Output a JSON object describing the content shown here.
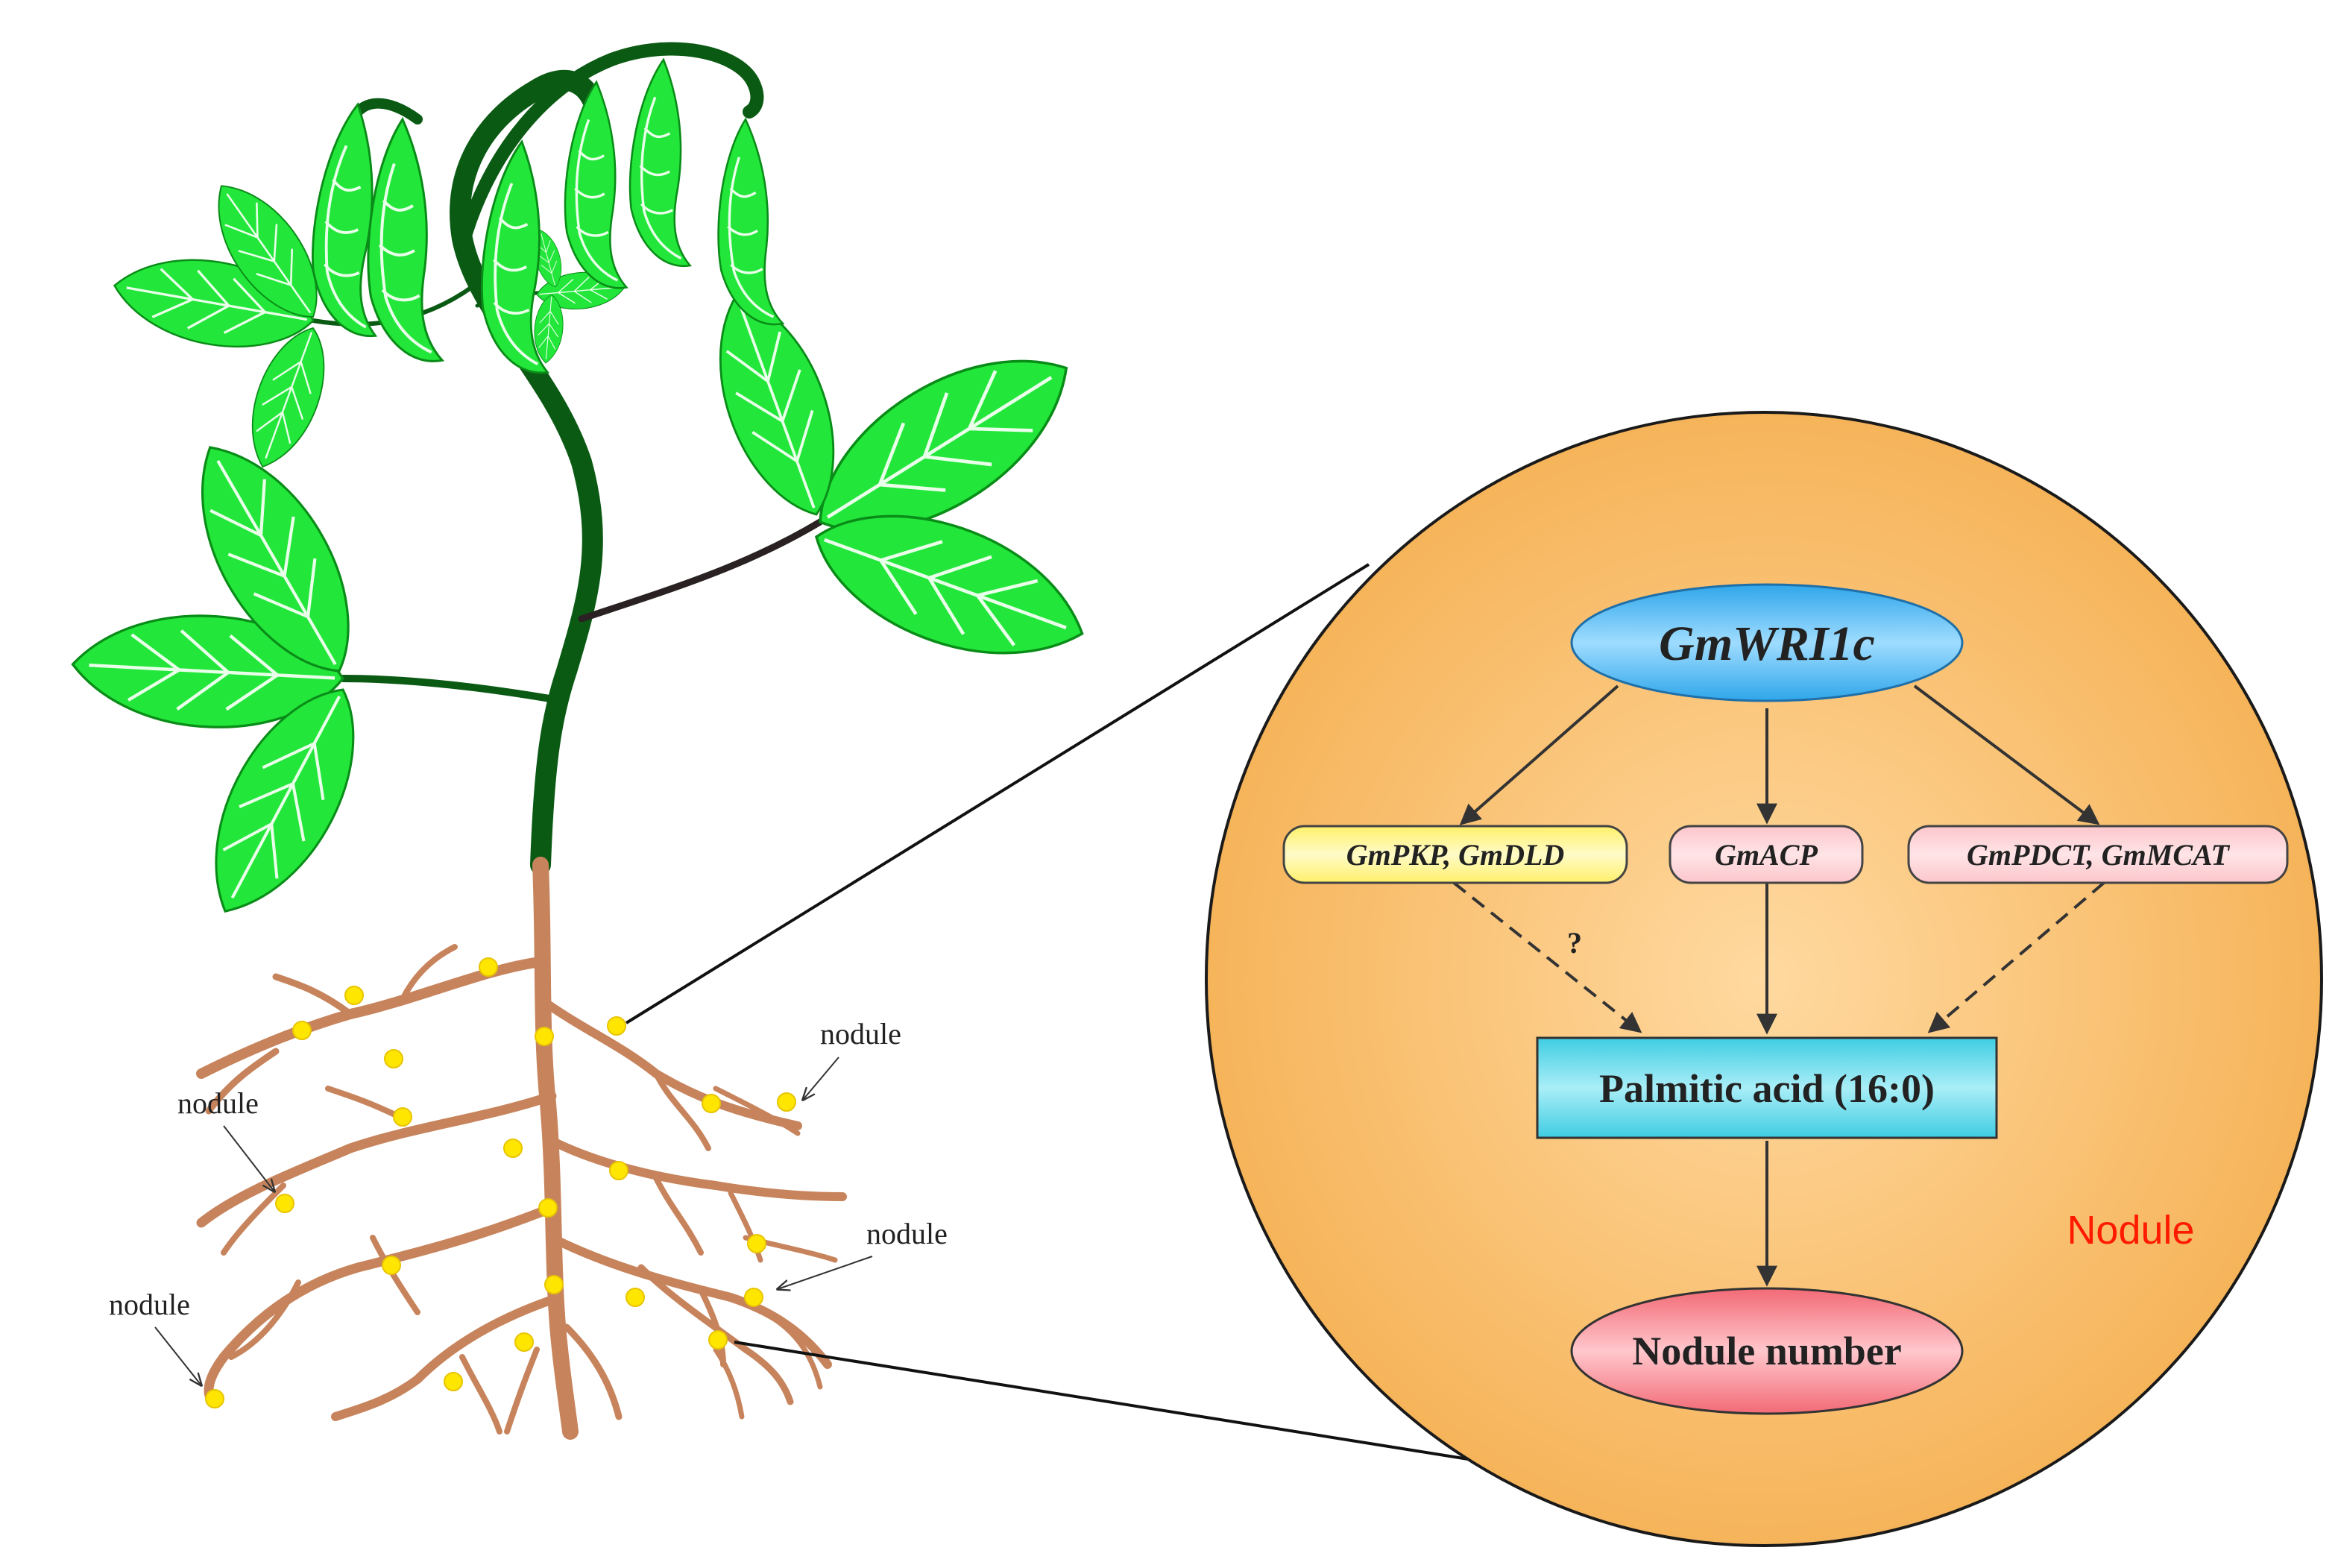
{
  "root_labels": [
    "nodule",
    "nodule",
    "nodule",
    "nodule"
  ],
  "diagram": {
    "top_gene": "GmWRI1c",
    "genes_left": "GmPKP, GmDLD",
    "genes_middle": "GmACP",
    "genes_right": "GmPDCT, GmMCAT",
    "question_mark": "?",
    "metabolite": "Palmitic acid (16:0)",
    "outcome": "Nodule number",
    "region_label": "Nodule"
  },
  "colors": {
    "leaf": "#22e63a",
    "stem": "#0b5a14",
    "root": "#c7845c",
    "nodule_dot": "#ffe600",
    "nodule_circle": "#f7b659",
    "top_node": "#4fb8ef",
    "left_box": "#fff27a",
    "pink_box": "#fcd0d4",
    "cyan_box": "#4fd6e8",
    "outcome_node": "#f47e86",
    "region_label": "#ff1a00"
  }
}
